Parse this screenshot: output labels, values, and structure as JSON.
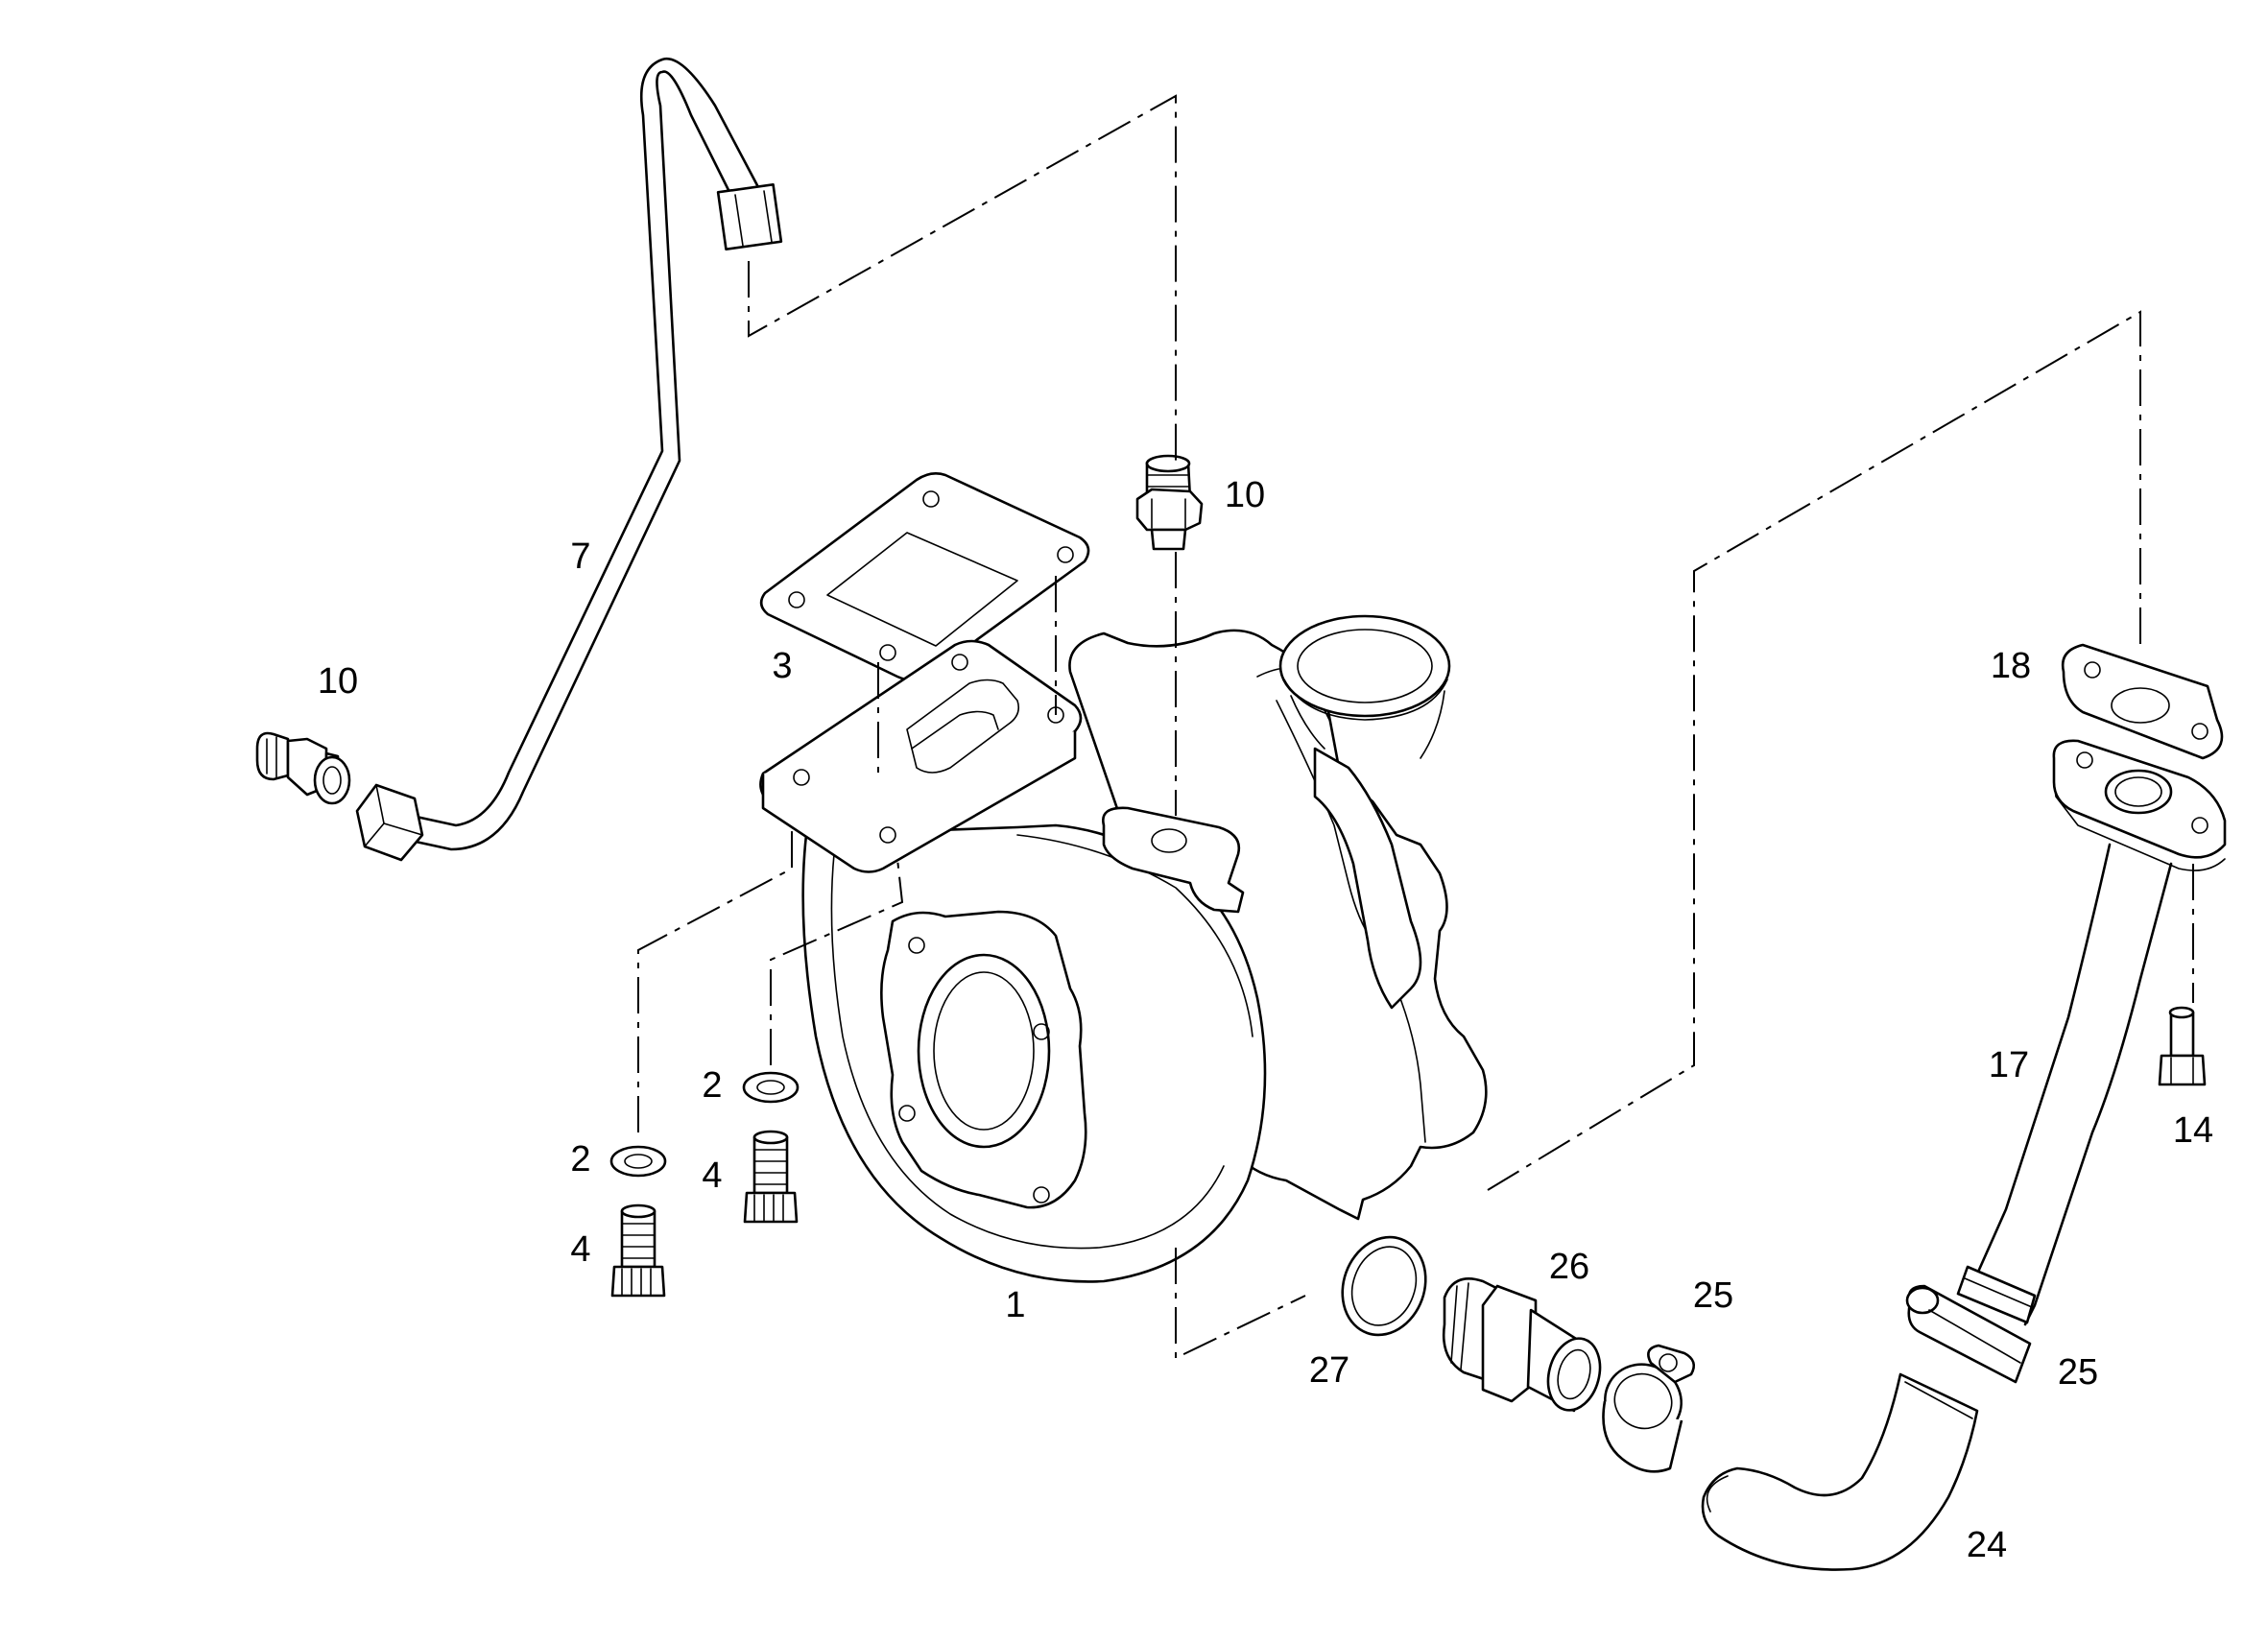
{
  "labels": {
    "l1": "1",
    "l2a": "2",
    "l2b": "2",
    "l3": "3",
    "l4a": "4",
    "l4b": "4",
    "l7": "7",
    "l10a": "10",
    "l10b": "10",
    "l14": "14",
    "l17": "17",
    "l18": "18",
    "l24": "24",
    "l25a": "25",
    "l25b": "25",
    "l26": "26",
    "l27": "27"
  },
  "colors": {
    "line": "#000000",
    "background": "#ffffff"
  }
}
